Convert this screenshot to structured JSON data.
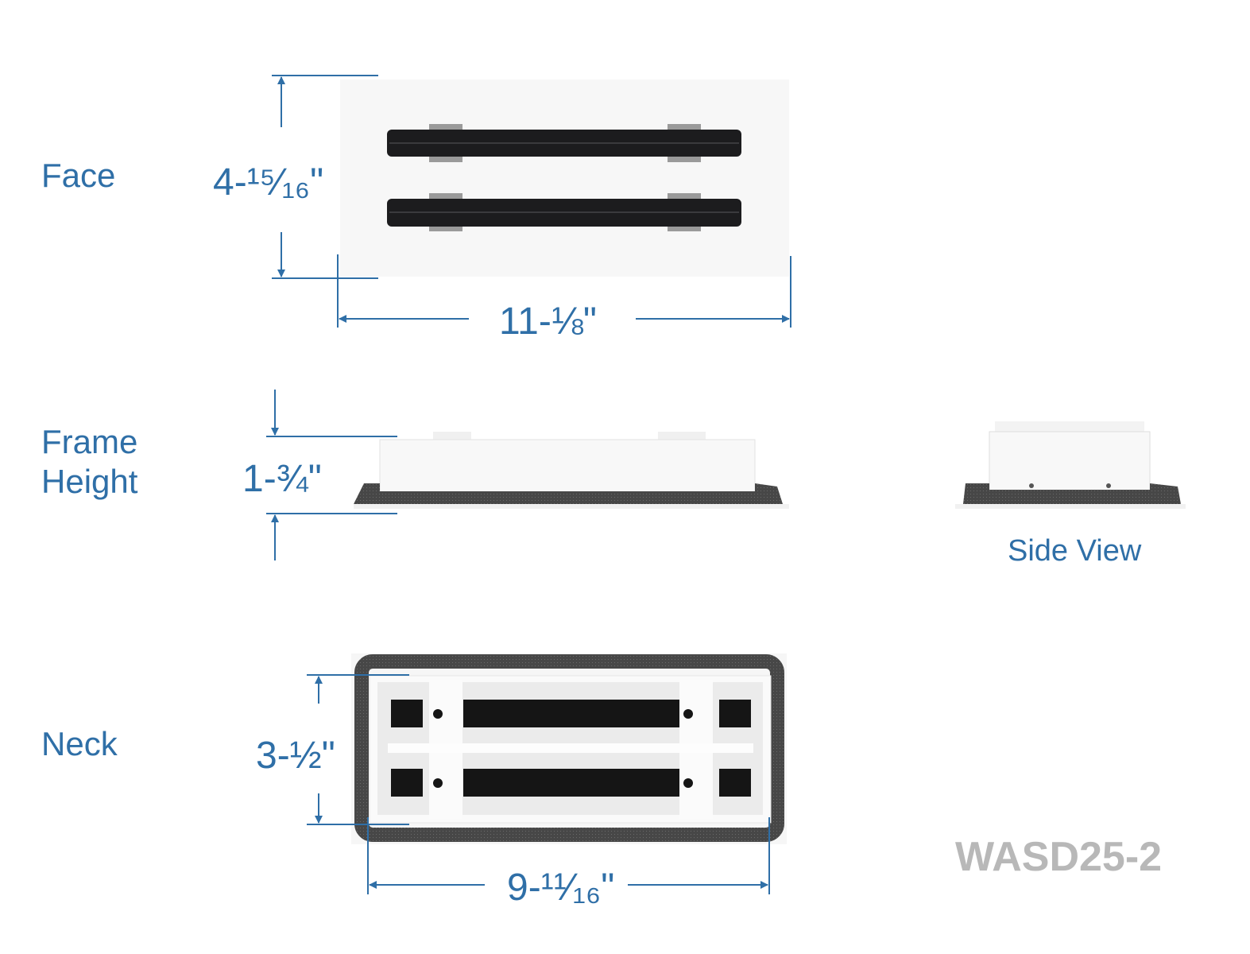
{
  "labels": {
    "face": "Face",
    "frame_height_line1": "Frame",
    "frame_height_line2": "Height",
    "neck": "Neck",
    "side_view": "Side View"
  },
  "dimensions": {
    "face_height": "4-¹⁵⁄₁₆\"",
    "face_width": "11-⅛\"",
    "frame_height": "1-¾\"",
    "neck_height": "3-½\"",
    "neck_width": "9-¹¹⁄₁₆\""
  },
  "model_number": "WASD25-2",
  "colors": {
    "accent": "#2f6fa7",
    "model": "#b8b8b8",
    "foam": "#4a4a4a",
    "slot": "#1c1c1e"
  }
}
